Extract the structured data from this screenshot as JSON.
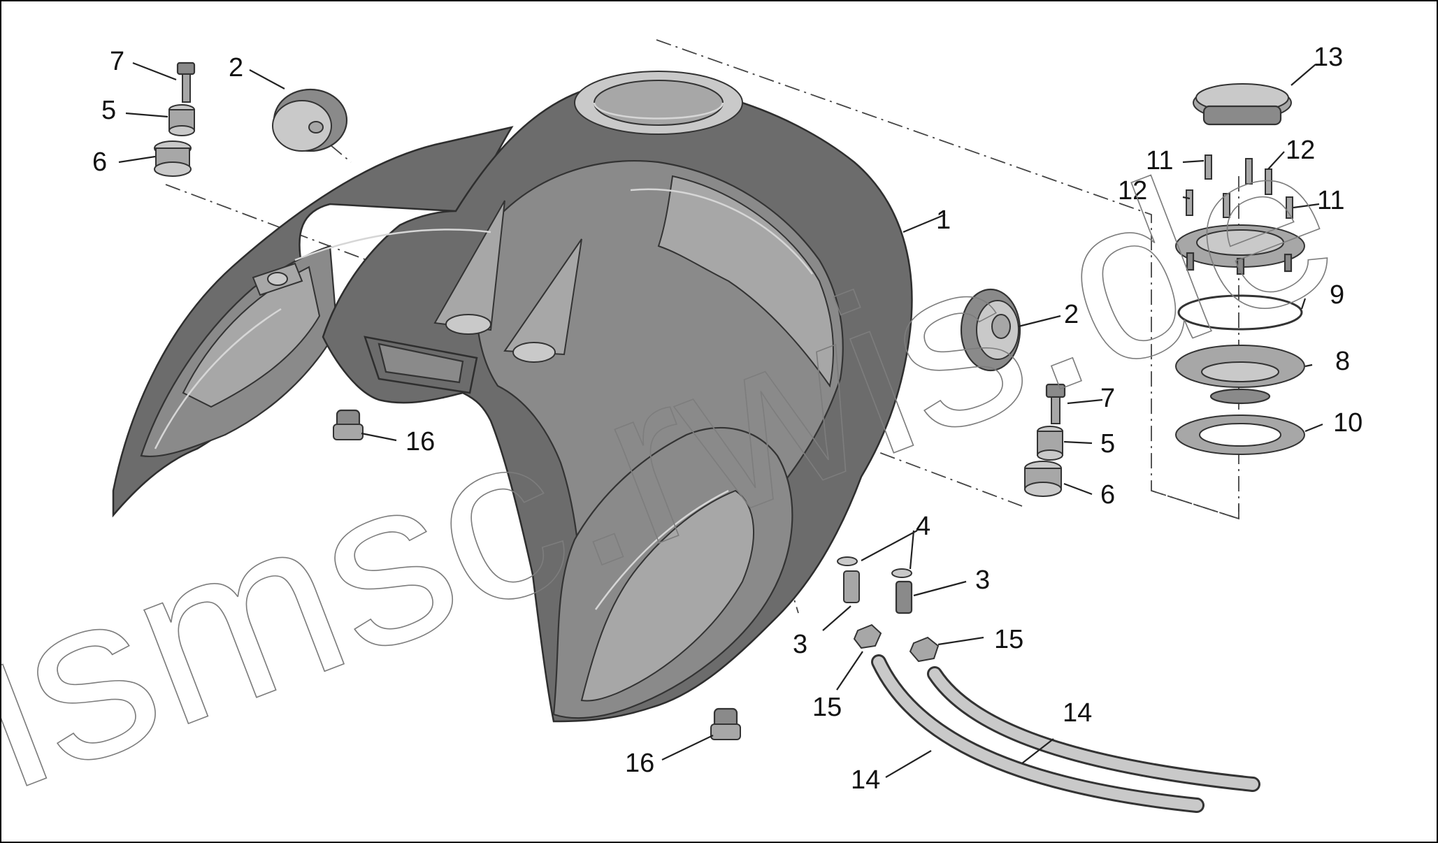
{
  "diagram": {
    "watermark": "ismsc.rwis.de",
    "callouts": {
      "c1": "1",
      "c2a": "2",
      "c2b": "2",
      "c3a": "3",
      "c3b": "3",
      "c4": "4",
      "c5a": "5",
      "c5b": "5",
      "c6a": "6",
      "c6b": "6",
      "c7a": "7",
      "c7b": "7",
      "c8": "8",
      "c9": "9",
      "c10": "10",
      "c11a": "11",
      "c11b": "11",
      "c12a": "12",
      "c12b": "12",
      "c13": "13",
      "c14a": "14",
      "c14b": "14",
      "c15a": "15",
      "c15b": "15",
      "c16a": "16",
      "c16b": "16"
    }
  }
}
